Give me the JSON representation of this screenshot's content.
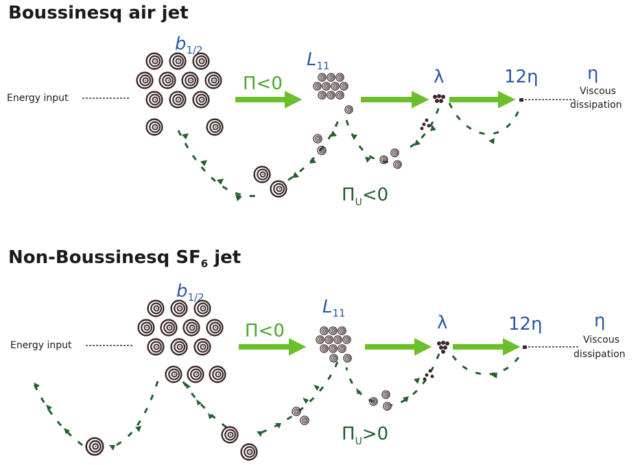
{
  "panels": [
    {
      "title_main": "Boussinesq air jet",
      "title_sub": "",
      "title_tail": "",
      "b_label": "b",
      "b_sub": "1/2",
      "L_label": "L",
      "L_sub": "11",
      "pi_label": "Π<0",
      "lambda_label": "λ",
      "twelve_eta_label": "12η",
      "eta_label": "η",
      "viscous_label_1": "Viscous",
      "viscous_label_2": "dissipation",
      "energy_input": "Energy input",
      "pi_u_base": "Π",
      "pi_u_sub": "U",
      "pi_u_rel": "<0"
    },
    {
      "title_main": "Non-Boussinesq SF",
      "title_sub": "6",
      "title_tail": " jet",
      "b_label": "b",
      "b_sub": "1/2",
      "L_label": "L",
      "L_sub": "11",
      "pi_label": "Π<0",
      "lambda_label": "λ",
      "twelve_eta_label": "12η",
      "eta_label": "η",
      "viscous_label_1": "Viscous",
      "viscous_label_2": "dissipation",
      "energy_input": "Energy input",
      "pi_u_base": "Π",
      "pi_u_sub": "U",
      "pi_u_rel": ">0"
    }
  ],
  "colors": {
    "eddy": "#3a2626",
    "arrow_light": "#6cbf2a",
    "arrow_dark": "#215f2d",
    "label_blue": "#2a56a8"
  }
}
